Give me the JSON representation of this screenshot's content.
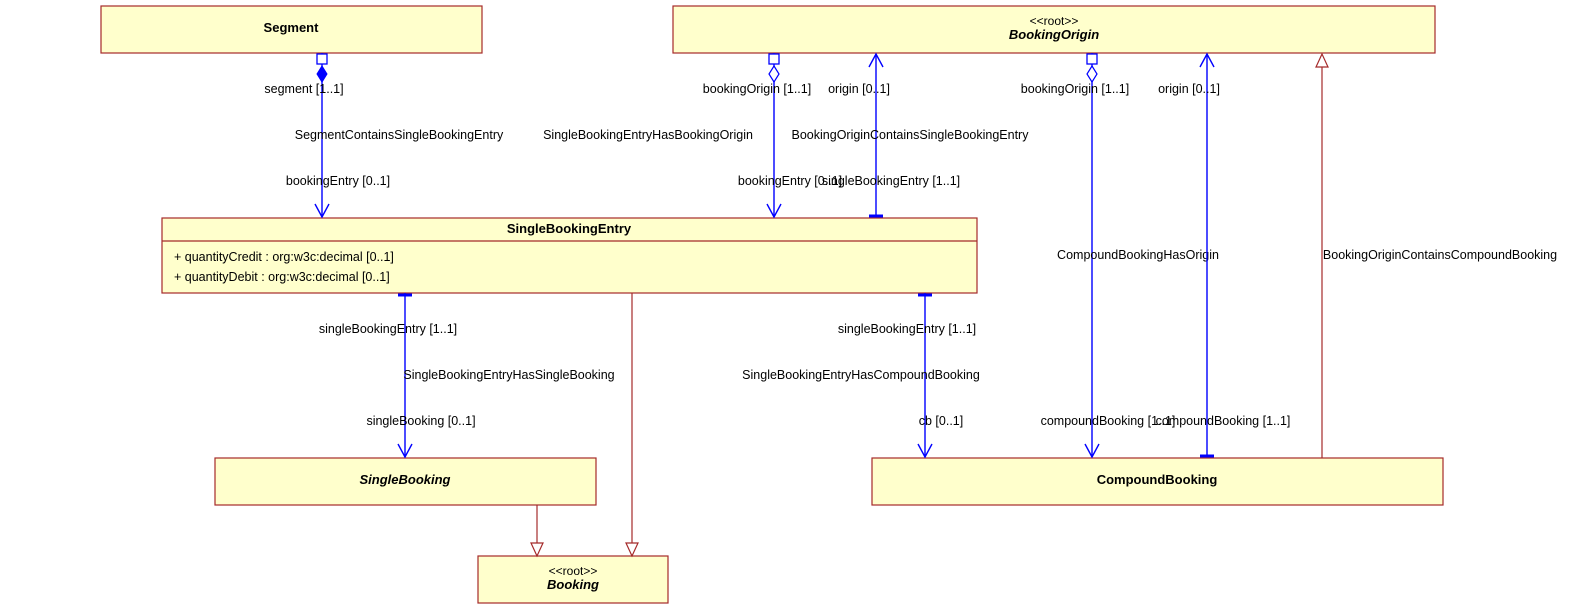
{
  "classes": {
    "segment": {
      "title": "Segment"
    },
    "booking_origin": {
      "stereotype": "<<root>>",
      "title": "BookingOrigin"
    },
    "single_booking_entry": {
      "title": "SingleBookingEntry",
      "attributes": [
        "+ quantityCredit : org:w3c:decimal [0..1]",
        "+ quantityDebit : org:w3c:decimal [0..1]"
      ]
    },
    "single_booking": {
      "title": "SingleBooking"
    },
    "compound_booking": {
      "title": "CompoundBooking"
    },
    "booking": {
      "stereotype": "<<root>>",
      "title": "Booking"
    }
  },
  "associations": {
    "segment_contains_sbe": {
      "name": "SegmentContainsSingleBookingEntry",
      "source_role": "segment [1..1]",
      "target_role": "bookingEntry [0..1]"
    },
    "sbe_has_booking_origin": {
      "name": "SingleBookingEntryHasBookingOrigin",
      "source_role": "bookingOrigin [1..1]",
      "target_role": "bookingEntry [0..1]"
    },
    "booking_origin_contains_sbe": {
      "name": "BookingOriginContainsSingleBookingEntry",
      "source_role": "origin [0..1]",
      "target_role": "singleBookingEntry [1..1]"
    },
    "compound_booking_has_origin": {
      "name": "CompoundBookingHasOrigin",
      "source_role": "bookingOrigin [1..1]",
      "target_role": "compoundBooking [1..1]"
    },
    "booking_origin_contains_cb": {
      "name": "BookingOriginContainsCompoundBooking",
      "source_role": "origin [0..1]",
      "target_role": "compoundBooking [1..1]"
    },
    "sbe_has_single_booking": {
      "name": "SingleBookingEntryHasSingleBooking",
      "source_role": "singleBookingEntry [1..1]",
      "target_role": "singleBooking [0..1]"
    },
    "sbe_has_compound_booking": {
      "name": "SingleBookingEntryHasCompoundBooking",
      "source_role": "singleBookingEntry [1..1]",
      "target_role": "cb [0..1]"
    }
  }
}
